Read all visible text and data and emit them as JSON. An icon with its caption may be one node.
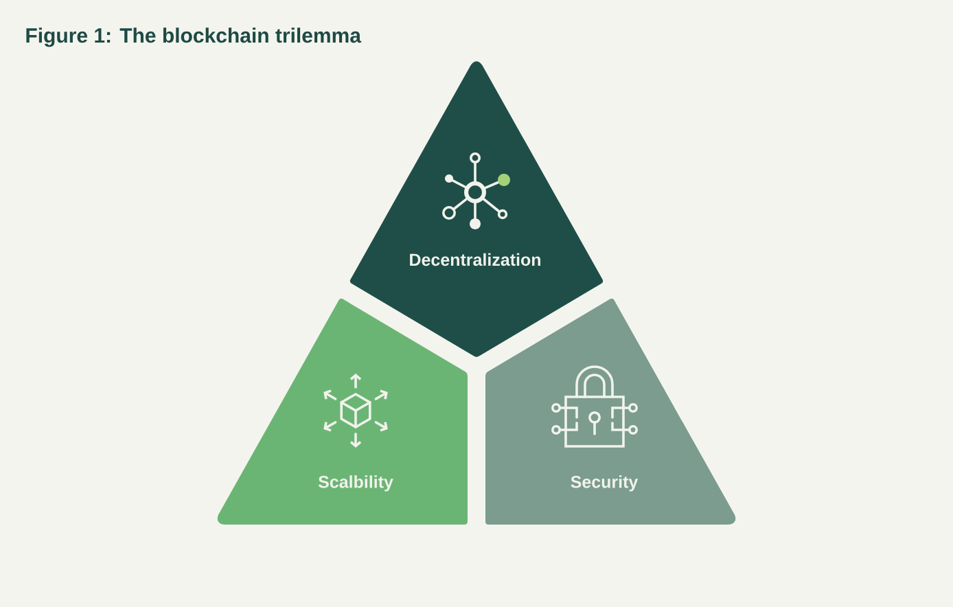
{
  "diagram": {
    "title": "Figure 1: The blockchain trilemma",
    "nodes": [
      {
        "text": [
          "Decentralization"
        ]
      },
      {
        "text": [
          "Scalbility"
        ]
      },
      {
        "text": [
          "Security"
        ]
      }
    ]
  }
}
